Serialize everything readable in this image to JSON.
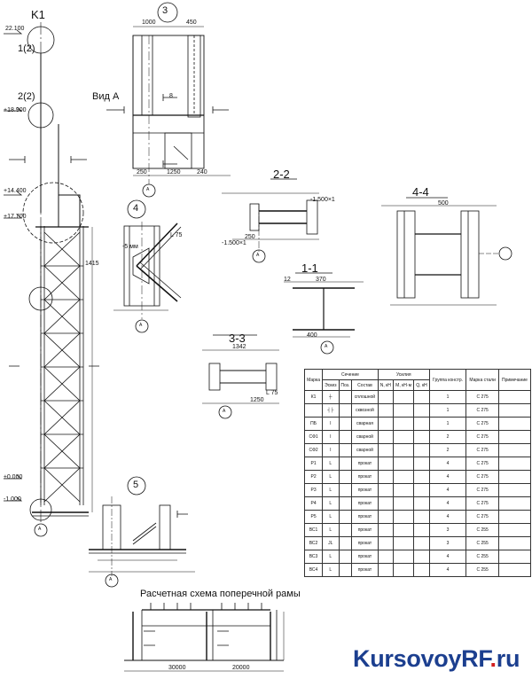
{
  "sheet": {
    "column_mark": "K1",
    "calc_scheme_title": "Расчетная схема поперечной рамы",
    "watermark_main": "KursovoyRF",
    "watermark_dot": ".",
    "watermark_tld": "ru"
  },
  "node_markers": [
    "1(2)",
    "2(2)",
    "3",
    "4",
    "5"
  ],
  "section_titles": [
    "2-2",
    "4-4",
    "1-1",
    "3-3"
  ],
  "view_label": "Вид А",
  "axis_label": "A",
  "elevations": {
    "top": "22.100",
    "e18": "+18.900",
    "e14": "+14.400",
    "e17": "+17.700",
    "zero": "±0.000",
    "minus": "-1.000"
  },
  "dimensions": {
    "d1000": "1000",
    "d450": "450",
    "d250": "250",
    "d1250": "1250",
    "d240": "240",
    "d500": "500",
    "d370": "370",
    "d400": "400",
    "d250b": "250",
    "d1342": "1342",
    "d1250b": "1250",
    "d8": "8",
    "d12": "12",
    "d1415": "1415",
    "d30000": "30000",
    "d20000": "20000"
  },
  "callouts": {
    "l75": "L 75",
    "l75b": "L 75",
    "c1": "-1.500×1",
    "c2": "-1.500×1",
    "c5": "-5 мм"
  },
  "spec_table": {
    "headers": {
      "mark": "Марка",
      "section": "Сечение",
      "scheme": "Эскиз",
      "pos": "Поз.",
      "comp": "Состав",
      "forces": "Усилия",
      "n": "N, кН",
      "m": "M, кН·м",
      "q": "Q, кН",
      "group": "Группа констр.",
      "steel": "Марка стали",
      "note": "Примеча­ние"
    },
    "rows": [
      {
        "mark": "К1",
        "comp": "сплошной",
        "group": "1",
        "steel": "С 275"
      },
      {
        "mark": "",
        "comp": "сквозной",
        "group": "1",
        "steel": "С 275"
      },
      {
        "mark": "ПБ",
        "comp": "сварная",
        "group": "1",
        "steel": "С 275"
      },
      {
        "mark": "СФ1",
        "comp": "сварной",
        "group": "2",
        "steel": "С 275"
      },
      {
        "mark": "СФ2",
        "comp": "сварной",
        "group": "2",
        "steel": "С 275"
      },
      {
        "mark": "Р1",
        "comp": "прокат",
        "group": "4",
        "steel": "С 275"
      },
      {
        "mark": "Р2",
        "comp": "прокат",
        "group": "4",
        "steel": "С 275"
      },
      {
        "mark": "Р3",
        "comp": "прокат",
        "group": "4",
        "steel": "С 275"
      },
      {
        "mark": "Р4",
        "comp": "прокат",
        "group": "4",
        "steel": "С 275"
      },
      {
        "mark": "Р5",
        "comp": "прокат",
        "group": "4",
        "steel": "С 275"
      },
      {
        "mark": "ВС1",
        "comp": "прокат",
        "group": "3",
        "steel": "С 255"
      },
      {
        "mark": "ВС2",
        "comp": "прокат",
        "group": "3",
        "steel": "С 255"
      },
      {
        "mark": "ВС3",
        "comp": "прокат",
        "group": "4",
        "steel": "С 255"
      },
      {
        "mark": "ВС4",
        "comp": "прокат",
        "group": "4",
        "steel": "С 255"
      }
    ]
  },
  "colors": {
    "line": "#111111",
    "watermark_blue": "#1c3f8f",
    "watermark_red": "#d21f1f"
  }
}
